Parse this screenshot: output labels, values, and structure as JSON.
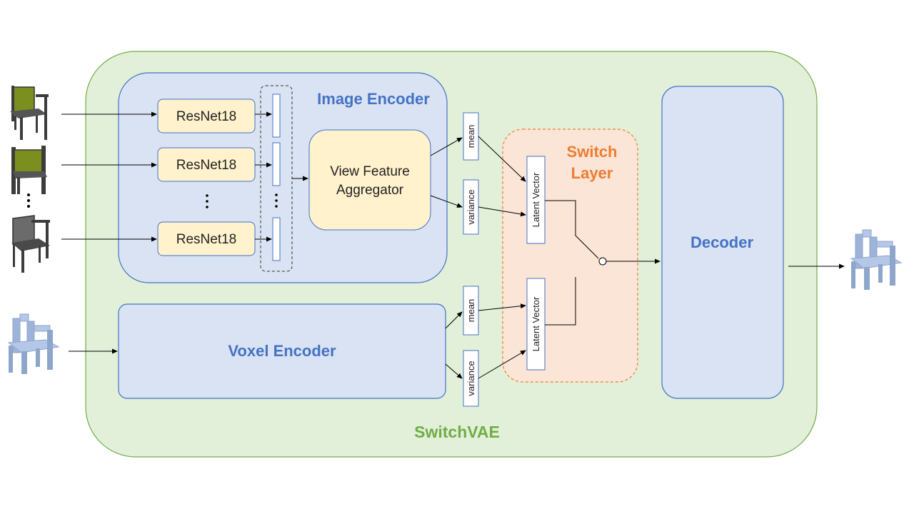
{
  "labels": {
    "outer": "SwitchVAE",
    "image_encoder": "Image Encoder",
    "voxel_encoder": "Voxel Encoder",
    "switch_layer_line1": "Switch",
    "switch_layer_line2": "Layer",
    "decoder": "Decoder",
    "aggregator_line1": "View Feature",
    "aggregator_line2": "Aggregator",
    "resnet": [
      "ResNet18",
      "ResNet18",
      "ResNet18"
    ],
    "mean": "mean",
    "variance": "variance",
    "latent_vector": "Latent Vector"
  },
  "colors": {
    "outer_fill": "#e2f0d9",
    "outer_stroke": "#70ad47",
    "encoder_fill": "#dae3f3",
    "encoder_stroke": "#4472c4",
    "resnet_fill": "#fff2cc",
    "switch_fill": "#fbe5d6",
    "switch_stroke": "#ed7d31",
    "title_blue": "#4472c4",
    "title_orange": "#ed7d31",
    "title_green": "#70ad47"
  },
  "icons": {
    "input_chairs": [
      "textured-chair-icon",
      "textured-chair-icon",
      "textured-chair-icon"
    ],
    "voxel_chair_input": "voxel-chair-icon",
    "voxel_chair_output": "voxel-chair-icon"
  }
}
